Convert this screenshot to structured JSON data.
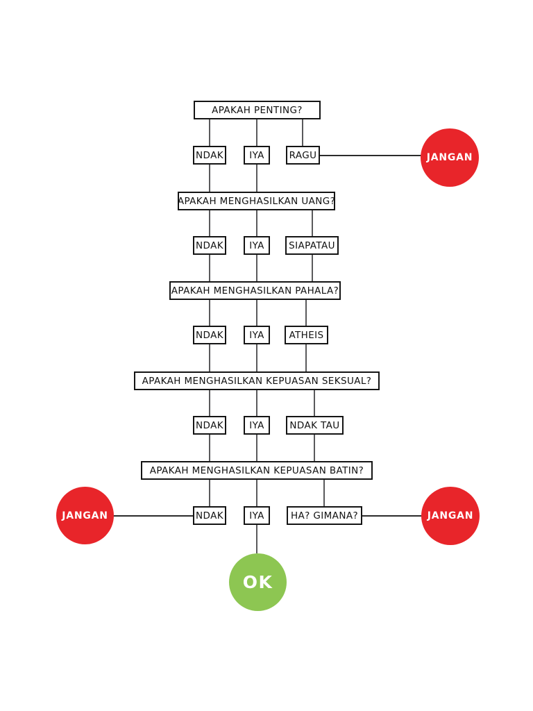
{
  "diagram": {
    "title": "Indonesian humorous decision flowchart",
    "questions": [
      {
        "label": "APAKAH PENTING?"
      },
      {
        "label": "APAKAH MENGHASILKAN UANG?"
      },
      {
        "label": "APAKAH MENGHASILKAN PAHALA?"
      },
      {
        "label": "APAKAH MENGHASILKAN KEPUASAN SEKSUAL?"
      },
      {
        "label": "APAKAH MENGHASILKAN KEPUASAN BATIN?"
      }
    ],
    "answer_rows": [
      {
        "answers": [
          {
            "label": "NDAK"
          },
          {
            "label": "IYA"
          },
          {
            "label": "RAGU"
          }
        ]
      },
      {
        "answers": [
          {
            "label": "NDAK"
          },
          {
            "label": "IYA"
          },
          {
            "label": "SIAPATAU"
          }
        ]
      },
      {
        "answers": [
          {
            "label": "NDAK"
          },
          {
            "label": "IYA"
          },
          {
            "label": "ATHEIS"
          }
        ]
      },
      {
        "answers": [
          {
            "label": "NDAK"
          },
          {
            "label": "IYA"
          },
          {
            "label": "NDAK TAU"
          }
        ]
      },
      {
        "answers": [
          {
            "label": "NDAK"
          },
          {
            "label": "IYA"
          },
          {
            "label": "HA? GIMANA?"
          }
        ]
      }
    ],
    "outcomes": {
      "jangan_top_right": {
        "label": "JANGAN",
        "color": "#e8252a"
      },
      "jangan_bottom_left": {
        "label": "JANGAN",
        "color": "#e8252a"
      },
      "jangan_bottom_right": {
        "label": "JANGAN",
        "color": "#e8252a"
      },
      "ok": {
        "label": "OK",
        "color": "#8dc652"
      }
    },
    "colors": {
      "background": "#ffffff",
      "box_border": "#141414",
      "line": "#59595b",
      "text": "#111111",
      "outcome_text": "#ffffff"
    }
  }
}
